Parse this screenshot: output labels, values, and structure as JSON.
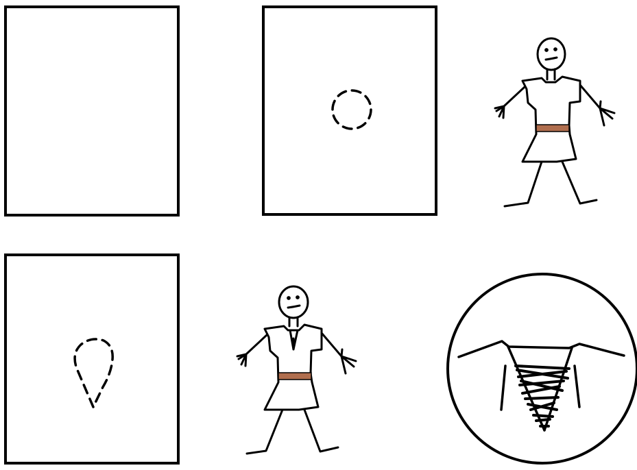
{
  "diagram": {
    "panel_count": 6,
    "panels": [
      {
        "id": "panel-1",
        "content": "blank-square"
      },
      {
        "id": "panel-2",
        "content": "dashed-circle-in-square"
      },
      {
        "id": "panel-3",
        "content": "figure-in-tunic"
      },
      {
        "id": "panel-4",
        "content": "dashed-teardrop-in-square"
      },
      {
        "id": "panel-5",
        "content": "figure-in-tunic-with-neck-opening"
      },
      {
        "id": "panel-6",
        "content": "circle-detail-of-laced-neck-opening"
      }
    ],
    "colors": {
      "line": "#000000",
      "background": "#ffffff",
      "belt": "#b06e4e"
    }
  }
}
